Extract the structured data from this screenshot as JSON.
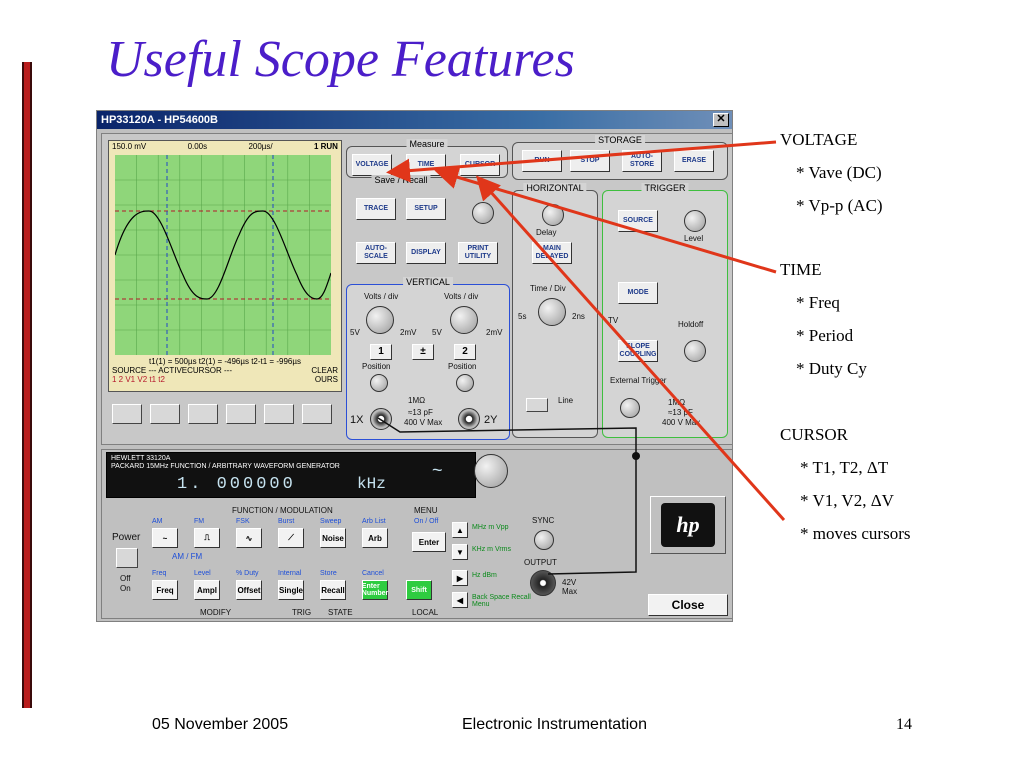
{
  "slide": {
    "title": "Useful Scope Features",
    "footer_date": "05 November 2005",
    "footer_title": "Electronic Instrumentation",
    "page_number": "14",
    "accent_color": "#4b1ec9",
    "bar_color": "#b91c1c",
    "arrow_color": "#e0361a"
  },
  "window": {
    "title": "HP33120A - HP54600B",
    "close_glyph": "✕",
    "close_label": "Close"
  },
  "scope": {
    "top_readout": {
      "volts": "150.0 mV",
      "delay": "0.00s",
      "timebase": "200µs/",
      "run": "1 RUN"
    },
    "bottom_readout": {
      "line1": "t1(1) = 500µs  t2(1) = -496µs  t2-t1 = -996µs",
      "line2_left": "SOURCE  --- ACTIVECURSOR ---",
      "line2_right": "CLEAR",
      "line3_left": "1  2    V1  V2    t1  t2",
      "line3_right": "OURS"
    },
    "measure": {
      "group": "Measure",
      "voltage": "VOLTAGE",
      "time": "TIME",
      "cursor": "CURSOR"
    },
    "save_recall": {
      "group": "Save / Recall",
      "trace": "TRACE",
      "setup": "SETUP",
      "autoscale": "AUTO-SCALE",
      "display": "DISPLAY",
      "print": "PRINT UTILITY"
    },
    "storage": {
      "group": "STORAGE",
      "run": "RUN",
      "stop": "STOP",
      "autostore": "AUTO-STORE",
      "erase": "ERASE"
    },
    "horizontal": {
      "group": "HORIZONTAL",
      "delay": "Delay",
      "main_delayed": "MAIN DELAYED",
      "time_div": "Time / Div",
      "min": "5s",
      "max": "2ns",
      "line": "Line"
    },
    "trigger": {
      "group": "TRIGGER",
      "source": "SOURCE",
      "level": "Level",
      "mode": "MODE",
      "tv": "TV",
      "holdoff": "Holdoff",
      "slope": "SLOPE COUPLING",
      "external": "External Trigger",
      "imp": "1MΩ",
      "cap": "≈13 pF",
      "vmax": "400 V Max"
    },
    "vertical": {
      "group": "VERTICAL",
      "volts_div_1": "Volts / div",
      "volts_div_2": "Volts / div",
      "min1": "5V",
      "max1": "2mV",
      "min2": "5V",
      "max2": "2mV",
      "ch1": "1",
      "pm": "±",
      "ch2": "2",
      "position1": "Position",
      "position2": "Position",
      "in1": "1X",
      "in2": "2Y",
      "imp": "1MΩ",
      "cap": "≈13 pF",
      "vmax": "400 V Max"
    }
  },
  "fgen": {
    "brand1": "HEWLETT  33120A",
    "brand2": "PACKARD  15MHz FUNCTION / ARBITRARY WAVEFORM GENERATOR",
    "value": "1. 000000",
    "unit": "kHz",
    "power": "Power",
    "off": "Off",
    "on": "On",
    "function_group": "FUNCTION / MODULATION",
    "menu_group": "MENU",
    "menu_onoff": "On / Off",
    "enter": "Enter",
    "row1_labels": [
      "AM",
      "FM",
      "FSK",
      "Burst",
      "Sweep",
      "Arb List"
    ],
    "row1_buttons": [
      "~",
      "⎍",
      "∿",
      "⟋",
      "Noise",
      "Arb"
    ],
    "amfm_group": "AM / FM",
    "row2_labels": [
      "Freq",
      "Level",
      "% Duty",
      "Internal",
      "Store",
      "Cancel"
    ],
    "row2_buttons": [
      "Freq",
      "Ampl",
      "Offset",
      "Single",
      "Recall",
      "Enter Number",
      "Shift"
    ],
    "modify": "MODIFY",
    "trig": "TRIG",
    "state": "STATE",
    "local": "LOCAL",
    "units": [
      "MHz m Vpp",
      "KHz m Vrms",
      "Hz dBm",
      "Back Space Recall Menu"
    ],
    "sync": "SYNC",
    "output": "OUTPUT",
    "max": "42V Max",
    "hp_logo": "hp"
  },
  "annotations": {
    "voltage": "VOLTAGE",
    "vave": "* Vave (DC)",
    "vpp": "* Vp-p (AC)",
    "time": "TIME",
    "freq": "* Freq",
    "period": "* Period",
    "duty": "* Duty Cy",
    "cursor": "CURSOR",
    "t1t2": "* T1, T2, ΔT",
    "v1v2": "* V1, V2, ΔV",
    "moves": "* moves cursors"
  }
}
